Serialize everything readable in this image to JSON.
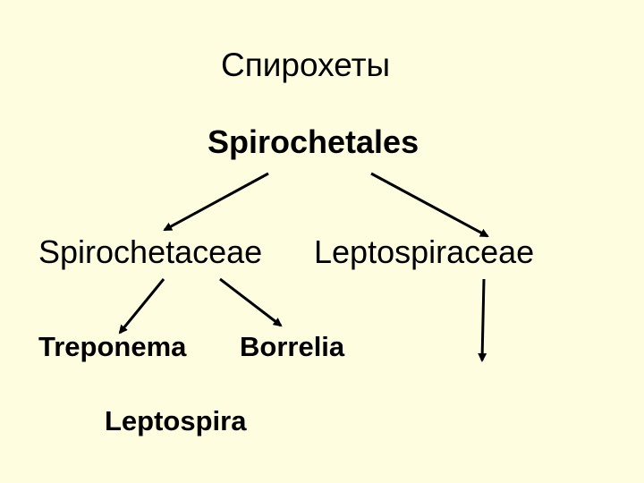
{
  "slide": {
    "title": "Спирохеты",
    "background_color": "#fffde0",
    "text_color": "#000000"
  },
  "tree": {
    "order": "Spirochetales",
    "families": [
      "Spirochetaceae",
      "Leptospiraceae"
    ],
    "genera": [
      "Treponema",
      "Borrelia",
      "Leptospira"
    ]
  }
}
